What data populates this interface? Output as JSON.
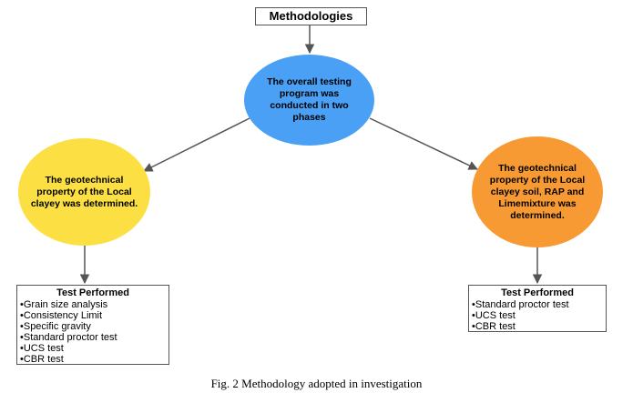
{
  "diagram": {
    "title": "Methodologies",
    "center_node": "The overall testing program was conducted in two phases",
    "left_node": "The geotechnical property of the Local clayey was determined.",
    "right_node": "The geotechnical property of the Local clayey soil, RAP and Limemixture was determined.",
    "left_tests": {
      "title": "Test Performed",
      "items": [
        "Grain size analysis",
        "Consistency Limit",
        "Specific gravity",
        "Standard proctor test",
        "UCS test",
        "CBR test"
      ]
    },
    "right_tests": {
      "title": "Test Performed",
      "items": [
        "Standard proctor test",
        "UCS test",
        "CBR test"
      ]
    }
  },
  "caption": "Fig. 2 Methodology adopted in investigation",
  "colors": {
    "center": "#4aa0f4",
    "left": "#fce043",
    "right": "#f89a33",
    "arrow": "#555555"
  }
}
